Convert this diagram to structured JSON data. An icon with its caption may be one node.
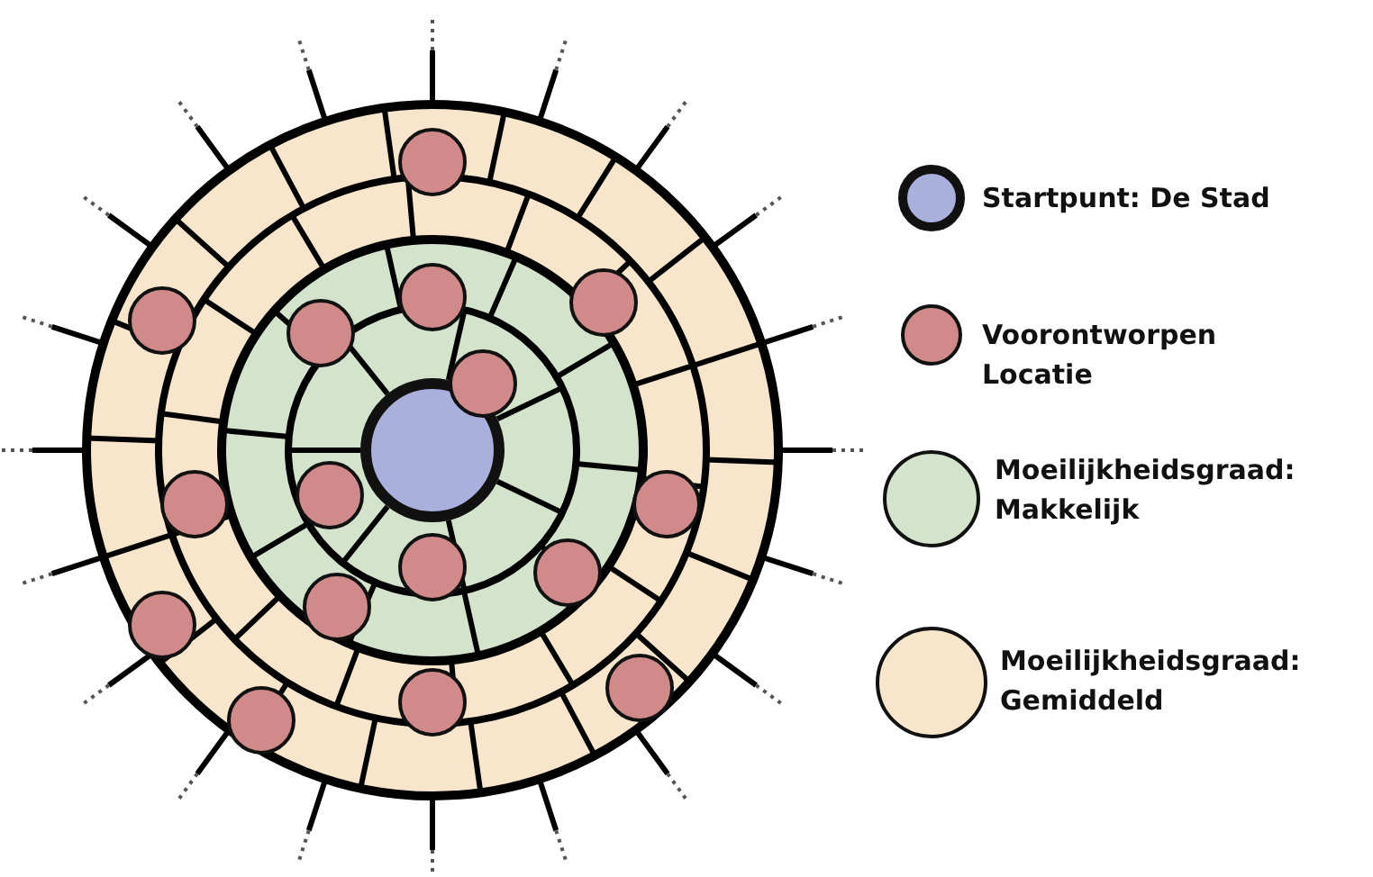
{
  "diagram": {
    "legend": [
      {
        "text": "Startpunt: De Stad",
        "color": "#aab0dc"
      },
      {
        "text": "Voorontworpen Locatie",
        "color": "#d08a8a"
      },
      {
        "text": "Moeilijkheidsgraad: Makkelijk",
        "color": "#d3e3cc"
      },
      {
        "text": "Moeilijkheidsgraad: Gemiddeld",
        "color": "#f8e6cc"
      }
    ]
  }
}
